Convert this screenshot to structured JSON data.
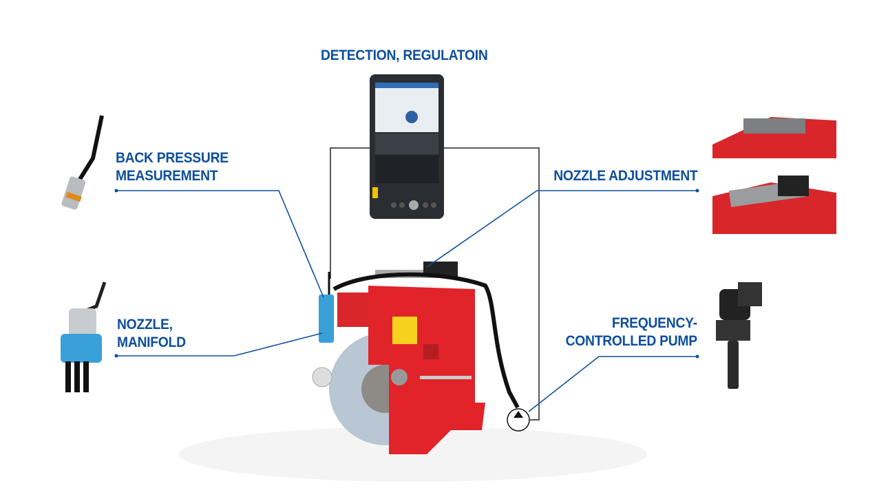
{
  "labels": {
    "detection": "DETECTION, REGULATOIN",
    "back_pressure_1": "BACK PRESSURE",
    "back_pressure_2": "MEASUREMENT",
    "nozzle_adjustment": "NOZZLE ADJUSTMENT",
    "nozzle_manifold_1": "NOZZLE,",
    "nozzle_manifold_2": "MANIFOLD",
    "pump_1": "FREQUENCY-",
    "pump_2": "CONTROLLED PUMP"
  },
  "colors": {
    "label": "#0d4f9c",
    "machine_red": "#e0242a",
    "manifold_blue": "#3aa0d8"
  }
}
